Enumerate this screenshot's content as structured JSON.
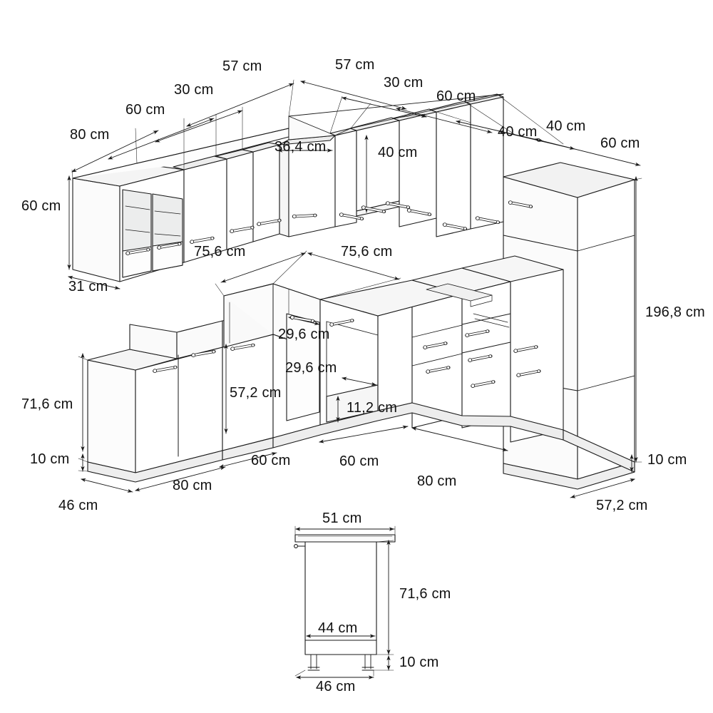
{
  "drawing": {
    "title": "Kitchen cabinet run dimensioned technical drawing",
    "unit": "cm",
    "line_color": "#1a1a1a",
    "fill_color": "#ffffff",
    "shade_color": "#f2f2f2",
    "glass_color": "#eceded",
    "text_color": "#111111"
  },
  "dimensions": {
    "upper_left_depth": "31 cm",
    "upper_left_height": "60 cm",
    "upper_left_width_80": "80 cm",
    "upper_left_width_60": "60 cm",
    "upper_left_width_30": "30 cm",
    "upper_left_corner_57": "57 cm",
    "corner_door_width": "36,4 cm",
    "upper_right_corner_57": "57 cm",
    "upper_right_width_30": "30 cm",
    "upper_right_width_60": "60 cm",
    "upper_right_width_40a": "40 cm",
    "upper_right_width_40b": "40 cm",
    "upper_right_width_60b": "60 cm",
    "upper_right_height_40": "40 cm",
    "worktop_left_756": "75,6 cm",
    "worktop_right_756": "75,6 cm",
    "base_body_height": "57,2 cm",
    "opening_width_296a": "29,6 cm",
    "opening_width_296b": "29,6 cm",
    "plinth_gap_112": "11,2 cm",
    "base_left_height": "71,6 cm",
    "base_plinth_left": "10 cm",
    "base_depth_46": "46 cm",
    "base_width_80_left": "80 cm",
    "base_width_60_left": "60 cm",
    "base_width_60_right": "60 cm",
    "base_width_80_right": "80 cm",
    "tall_height": "196,8 cm",
    "plinth_right": "10 cm",
    "tall_depth": "57,2 cm",
    "inset_top_width": "51 cm",
    "inset_body_height": "71,6 cm",
    "inset_body_width": "44 cm",
    "inset_plinth_height": "10 cm",
    "inset_base_width": "46 cm"
  }
}
